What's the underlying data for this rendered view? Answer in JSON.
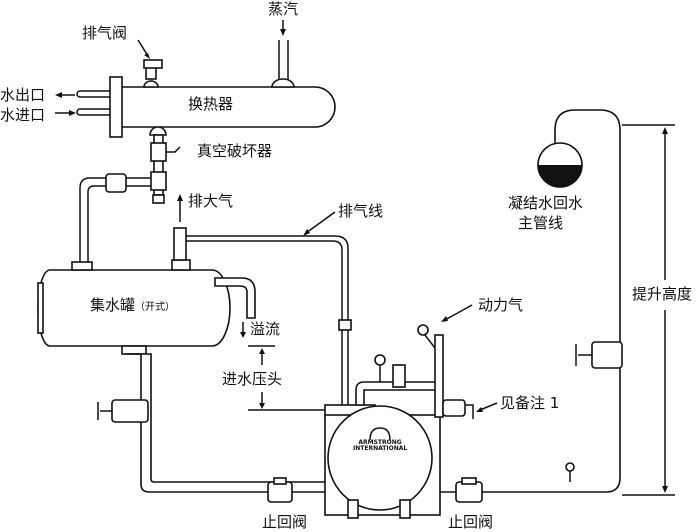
{
  "labels": {
    "steam": "蒸汽",
    "vent_valve": "排气阀",
    "water_out": "水出口",
    "water_in": "水进口",
    "heat_exchanger": "换热器",
    "vacuum_breaker": "真空破坏器",
    "vent_to_atmosphere": "排大气",
    "vent_line": "排气线",
    "receiver": "集水罐",
    "receiver_note": "（开式）",
    "overflow": "溢流",
    "fill_head": "进水压头",
    "motive_gas": "动力气",
    "see_note": "见备注 1",
    "condensate_return_1": "凝结水回水",
    "condensate_return_2": "主管线",
    "lift_height": "提升高度",
    "check_valve_left": "止回阀",
    "check_valve_right": "止回阀"
  },
  "pump_logo": {
    "line1": "ARMSTRONG",
    "line2": "INTERNATIONAL"
  }
}
